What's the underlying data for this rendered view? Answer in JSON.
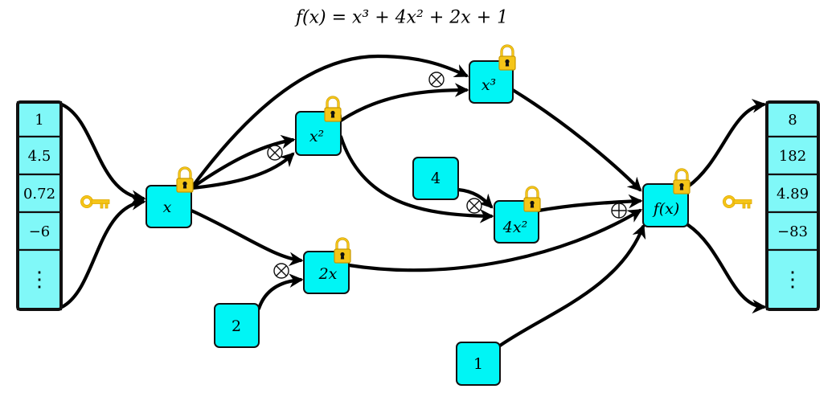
{
  "title": "f(x) = x³ + 4x² + 2x + 1",
  "colors": {
    "node_fill": "#00f5f5",
    "cell_fill": "#80f8f8",
    "lock": "#f5c518",
    "key": "#f5c518",
    "edge": "#000000"
  },
  "input_column": {
    "icon": "key-icon",
    "cells": [
      "1",
      "4.5",
      "0.72",
      "−6",
      "⋮"
    ]
  },
  "output_column": {
    "icon": "key-icon",
    "cells": [
      "8",
      "182",
      "4.89",
      "−83",
      "⋮"
    ]
  },
  "nodes": {
    "x": {
      "label": "x",
      "locked": true
    },
    "x2": {
      "label": "x²",
      "locked": true
    },
    "x3": {
      "label": "x³",
      "locked": true
    },
    "const4": {
      "label": "4",
      "locked": false
    },
    "fourx2": {
      "label": "4x²",
      "locked": true
    },
    "twox": {
      "label": "2x",
      "locked": true
    },
    "const2": {
      "label": "2",
      "locked": false
    },
    "fx": {
      "label": "f(x)",
      "locked": true
    },
    "const1": {
      "label": "1",
      "locked": false
    }
  },
  "operators": {
    "mul_x2": "⊗",
    "mul_x3": "⊗",
    "mul_4x2": "⊗",
    "mul_2x": "⊗",
    "add_fx": "⊕"
  },
  "edges": [
    {
      "from": "input_column",
      "to": "x"
    },
    {
      "from": "x",
      "to": "x2"
    },
    {
      "from": "x",
      "to": "x2"
    },
    {
      "from": "x",
      "to": "x3"
    },
    {
      "from": "x2",
      "to": "x3"
    },
    {
      "from": "x2",
      "to": "fourx2"
    },
    {
      "from": "const4",
      "to": "fourx2"
    },
    {
      "from": "x",
      "to": "twox"
    },
    {
      "from": "const2",
      "to": "twox"
    },
    {
      "from": "x3",
      "to": "fx"
    },
    {
      "from": "fourx2",
      "to": "fx"
    },
    {
      "from": "twox",
      "to": "fx"
    },
    {
      "from": "const1",
      "to": "fx"
    },
    {
      "from": "fx",
      "to": "output_column"
    }
  ]
}
